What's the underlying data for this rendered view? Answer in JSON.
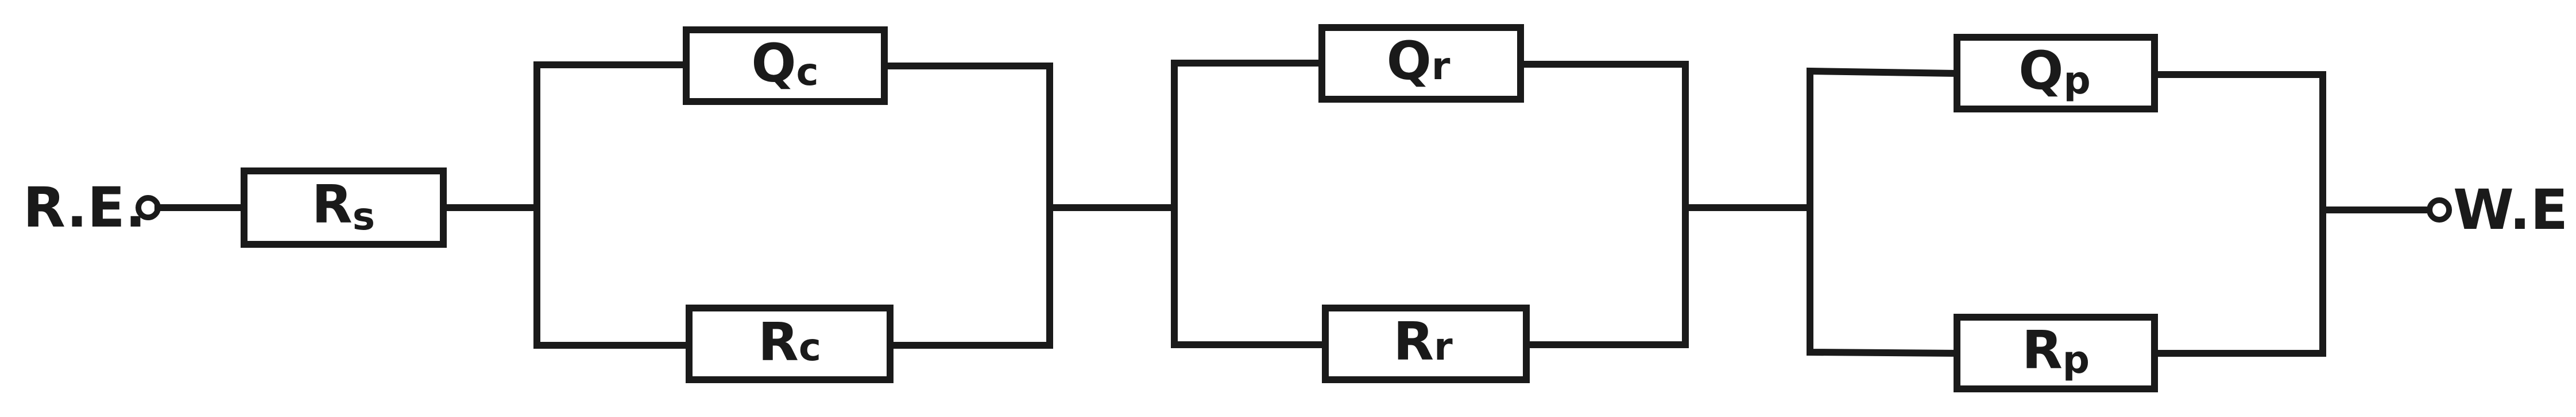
{
  "terminals": {
    "left": "R.E.",
    "right": "W.E"
  },
  "elements": {
    "rs": {
      "main": "R",
      "sub": "s"
    },
    "qc": {
      "main": "Q",
      "sub": "c"
    },
    "rc": {
      "main": "R",
      "sub": "c"
    },
    "qr": {
      "main": "Q",
      "sub": "r"
    },
    "rr": {
      "main": "R",
      "sub": "r"
    },
    "qp": {
      "main": "Q",
      "sub": "p"
    },
    "rp": {
      "main": "R",
      "sub": "p"
    }
  },
  "colors": {
    "line": "#1a1a1a",
    "background": "#ffffff"
  }
}
